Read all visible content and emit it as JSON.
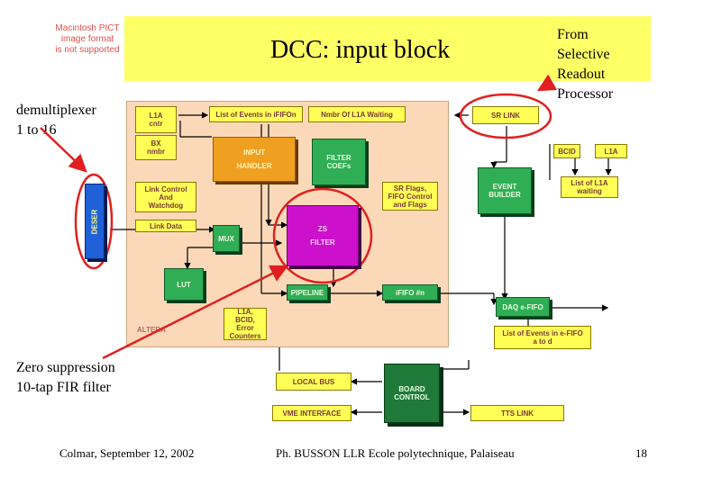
{
  "pict_notice": [
    "Macintosh PICT",
    "image format",
    "is not supported"
  ],
  "title": "DCC: input block",
  "from_label": [
    "From",
    "Selective",
    "Readout",
    "Processor"
  ],
  "demux_label": [
    "demultiplexer",
    "1 to 16"
  ],
  "zs_label": [
    "Zero suppression",
    "10-tap FIR filter"
  ],
  "footer": {
    "left": "Colmar, September 12, 2002",
    "center": "Ph. BUSSON LLR Ecole polytechnique, Palaiseau",
    "page": "18"
  },
  "blocks": {
    "l1a_cntr": [
      "L1A",
      "cntr"
    ],
    "list_events_fifo": "List of Events in iFIFOn",
    "nmbr_l1a_waiting": "Nmbr Of L1A Waiting",
    "bx_nmbr": [
      "BX",
      "nmbr"
    ],
    "input_handler": [
      "INPUT",
      "HANDLER"
    ],
    "filter_coefs": [
      "FILTER",
      "COEFs"
    ],
    "sr_link": "SR LINK",
    "link_control": [
      "Link Control",
      "And",
      "Watchdog"
    ],
    "sr_flags": [
      "SR Flags,",
      "FIFO Control",
      "and Flags"
    ],
    "event_builder": [
      "EVENT",
      "BUILDER"
    ],
    "bcid": "BCID",
    "l1a_top": "L1A",
    "list_l1a_waiting": [
      "List of L1A",
      "waiting"
    ],
    "link_data": "Link Data",
    "zs_filter": [
      "ZS",
      "FILTER"
    ],
    "mux": "MUX",
    "deser": "DESER",
    "lut": "LUT",
    "pipeline": "PIPELINE",
    "ififo": "iFIFO   #n",
    "daq_efifo": "DAQ   e-FIFO",
    "l1a_bcid_err": [
      "L1A,",
      "BCID,",
      "Error Counters"
    ],
    "list_events_efifo": [
      "List of Events in e-FIFO",
      "a to d"
    ],
    "altera": "ALTERA",
    "local_bus": "LOCAL BUS",
    "board_control": [
      "BOARD",
      "CONTROL"
    ],
    "vme_interface": "VME INTERFACE",
    "tts_link": "TTS LINK"
  },
  "colors": {
    "banner": "#ffff66",
    "fpga_bg": "#fbd9b8",
    "block_yellow": "#ffff55",
    "annotation_red": "#e02020"
  }
}
